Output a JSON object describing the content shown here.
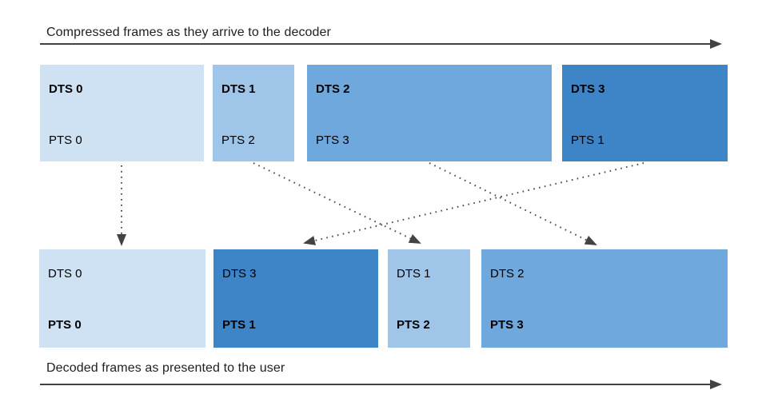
{
  "diagram": {
    "top_timeline_label": "Compressed frames as they arrive to the decoder",
    "bottom_timeline_label": "Decoded frames as presented to the user",
    "palette": {
      "frame0_color": "#cfe2f3",
      "frame1_color": "#9fc5e8",
      "frame2_color": "#6fa8dc",
      "frame3_color": "#3d85c6",
      "arrow_color": "#434343"
    },
    "compressed_frames": [
      {
        "dts": "DTS 0",
        "pts": "PTS 0",
        "color": "#cfe2f3"
      },
      {
        "dts": "DTS 1",
        "pts": "PTS 2",
        "color": "#9fc5e8"
      },
      {
        "dts": "DTS 2",
        "pts": "PTS 3",
        "color": "#6fa8dc"
      },
      {
        "dts": "DTS 3",
        "pts": "PTS 1",
        "color": "#3d85c6"
      }
    ],
    "decoded_frames": [
      {
        "dts": "DTS 0",
        "pts": "PTS 0",
        "color": "#cfe2f3"
      },
      {
        "dts": "DTS 3",
        "pts": "PTS 1",
        "color": "#3d85c6"
      },
      {
        "dts": "DTS 1",
        "pts": "PTS 2",
        "color": "#9fc5e8"
      },
      {
        "dts": "DTS 2",
        "pts": "PTS 3",
        "color": "#6fa8dc"
      }
    ],
    "connections": [
      {
        "from": "compressed DTS 0",
        "to": "decoded PTS 0"
      },
      {
        "from": "compressed DTS 1",
        "to": "decoded PTS 2"
      },
      {
        "from": "compressed DTS 2",
        "to": "decoded PTS 3"
      },
      {
        "from": "compressed DTS 3",
        "to": "decoded PTS 1"
      }
    ]
  }
}
